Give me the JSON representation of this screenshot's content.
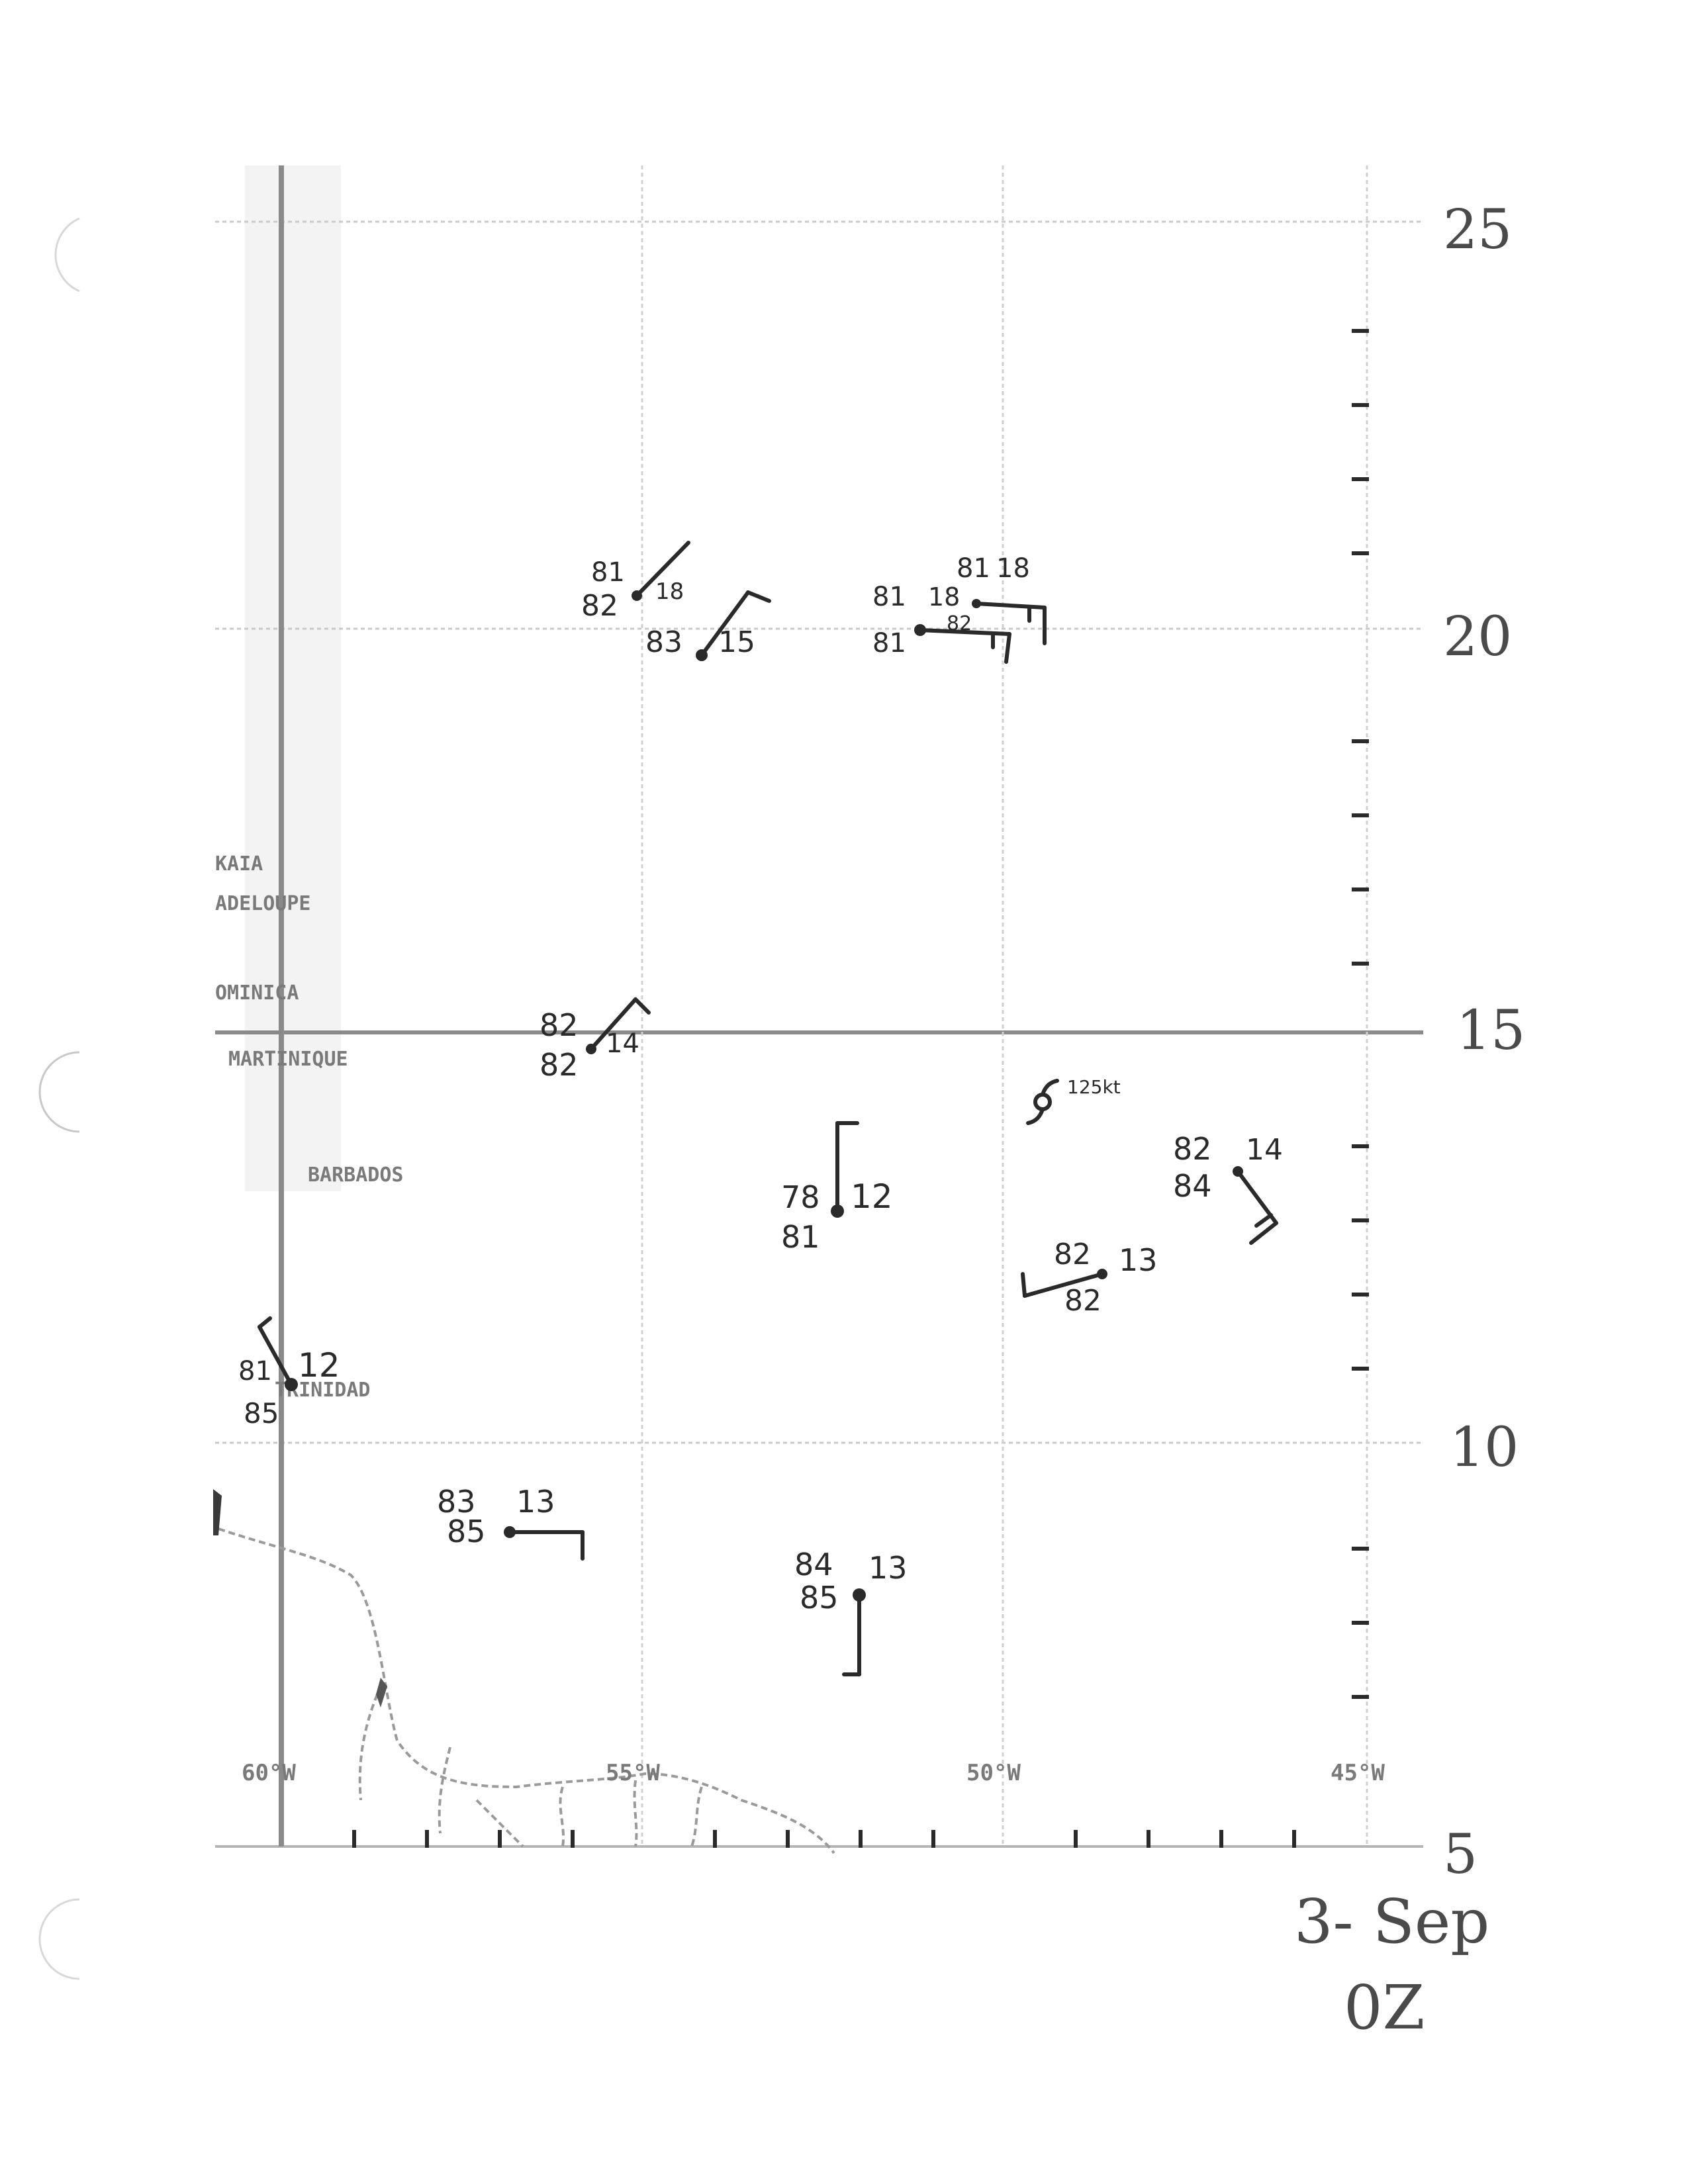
{
  "colors": {
    "grid": "#c9c9c9",
    "axis": "#808080",
    "ink": "#2a2a2a",
    "coast": "#9a9a9a",
    "print": "#7a7a7a",
    "paper": "#ffffff"
  },
  "lat_labels": [
    "25",
    "20",
    "15",
    "10",
    "5"
  ],
  "lon_labels": [
    "60°W",
    "55°W",
    "50°W",
    "45°W"
  ],
  "islands": [
    "KAIA",
    "ADELOUPE",
    "OMINICA",
    "MARTINIQUE",
    "BARBADOS",
    "TRINIDAD"
  ],
  "storm": {
    "symbol": "hurricane-icon",
    "label": "125kt"
  },
  "stations": [
    {
      "id": "s1",
      "a": "81",
      "b": "82",
      "c": "18"
    },
    {
      "id": "s2",
      "a": "83",
      "c": "15"
    },
    {
      "id": "s3",
      "a": "81",
      "b": "81",
      "c": "18",
      "d": "82"
    },
    {
      "id": "s4",
      "a": "81",
      "c": "18"
    },
    {
      "id": "s5",
      "a": "82",
      "b": "82",
      "c": "14"
    },
    {
      "id": "s6",
      "a": "78",
      "b": "81",
      "c": "12"
    },
    {
      "id": "s7",
      "a": "82",
      "b": "84",
      "c": "14"
    },
    {
      "id": "s8",
      "a": "82",
      "b": "82",
      "c": "13"
    },
    {
      "id": "s9",
      "a": "81",
      "b": "85",
      "c": "12"
    },
    {
      "id": "s10",
      "a": "83",
      "b": "85",
      "c": "13"
    },
    {
      "id": "s11",
      "a": "84",
      "b": "85",
      "c": "13"
    }
  ],
  "date_line": "3- Sep",
  "time_line": "0Z"
}
